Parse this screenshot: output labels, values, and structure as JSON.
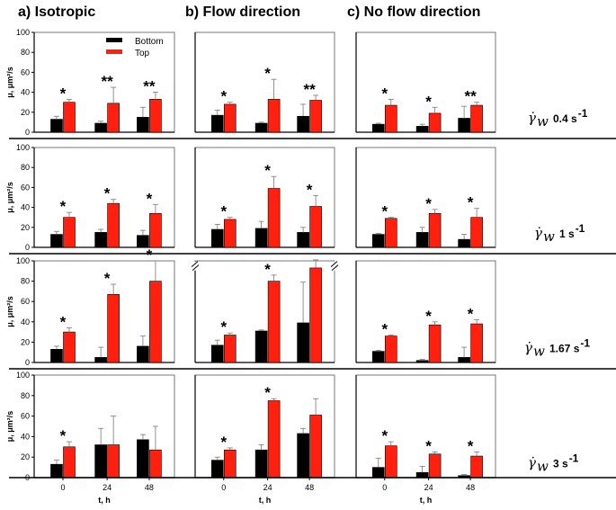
{
  "columns": [
    "a) Isotropic",
    "b) Flow direction",
    "c) No flow direction"
  ],
  "legend": {
    "bottom": "Bottom",
    "top": "Top"
  },
  "colors": {
    "bottom": "#000000",
    "top": "#ff2010"
  },
  "rate_symbol": "γ̇",
  "rate_subscript": "w",
  "rows": [
    {
      "rate_label": "0.4 s",
      "rate_exp": "-1"
    },
    {
      "rate_label": "1 s",
      "rate_exp": "-1"
    },
    {
      "rate_label": "1.67 s",
      "rate_exp": "-1"
    },
    {
      "rate_label": "3 s",
      "rate_exp": "-1"
    }
  ],
  "ylabel": "μ, μm²/s",
  "xlabel": "t, h",
  "chart_data": [
    {
      "type": "bar",
      "row": 0,
      "col": 0,
      "categories": [
        "0",
        "24",
        "48"
      ],
      "ylim": [
        0,
        100
      ],
      "yticks": [
        0,
        20,
        40,
        60,
        80,
        100
      ],
      "series": [
        {
          "name": "Bottom",
          "values": [
            13,
            9,
            15
          ],
          "errors": [
            3,
            2,
            10
          ]
        },
        {
          "name": "Top",
          "values": [
            30,
            29,
            33
          ],
          "errors": [
            3,
            16,
            7
          ]
        }
      ],
      "annotations": [
        "*",
        "**",
        "**"
      ],
      "legend": true
    },
    {
      "type": "bar",
      "row": 0,
      "col": 1,
      "categories": [
        "0",
        "24",
        "48"
      ],
      "ylim": [
        0,
        100
      ],
      "series": [
        {
          "name": "Bottom",
          "values": [
            17,
            9,
            16
          ],
          "errors": [
            5,
            1,
            12
          ]
        },
        {
          "name": "Top",
          "values": [
            28,
            33,
            32
          ],
          "errors": [
            2,
            20,
            5
          ]
        }
      ],
      "annotations": [
        "*",
        "*",
        "**"
      ]
    },
    {
      "type": "bar",
      "row": 0,
      "col": 2,
      "categories": [
        "0",
        "24",
        "48"
      ],
      "ylim": [
        0,
        100
      ],
      "series": [
        {
          "name": "Bottom",
          "values": [
            8,
            6,
            14
          ],
          "errors": [
            1,
            2,
            12
          ]
        },
        {
          "name": "Top",
          "values": [
            27,
            19,
            27
          ],
          "errors": [
            6,
            6,
            3
          ]
        }
      ],
      "annotations": [
        "*",
        "*",
        "**"
      ]
    },
    {
      "type": "bar",
      "row": 1,
      "col": 0,
      "categories": [
        "0",
        "24",
        "48"
      ],
      "ylim": [
        0,
        100
      ],
      "yticks": [
        0,
        20,
        40,
        60,
        80,
        100
      ],
      "series": [
        {
          "name": "Bottom",
          "values": [
            13,
            15,
            12
          ],
          "errors": [
            3,
            3,
            5
          ]
        },
        {
          "name": "Top",
          "values": [
            30,
            44,
            34
          ],
          "errors": [
            5,
            4,
            9
          ]
        }
      ],
      "annotations": [
        "*",
        "*",
        "*"
      ]
    },
    {
      "type": "bar",
      "row": 1,
      "col": 1,
      "categories": [
        "0",
        "24",
        "48"
      ],
      "ylim": [
        0,
        100
      ],
      "series": [
        {
          "name": "Bottom",
          "values": [
            18,
            19,
            15
          ],
          "errors": [
            5,
            7,
            5
          ]
        },
        {
          "name": "Top",
          "values": [
            28,
            59,
            41
          ],
          "errors": [
            2,
            12,
            11
          ]
        }
      ],
      "annotations": [
        "*",
        "*",
        "*"
      ]
    },
    {
      "type": "bar",
      "row": 1,
      "col": 2,
      "categories": [
        "0",
        "24",
        "48"
      ],
      "ylim": [
        0,
        100
      ],
      "series": [
        {
          "name": "Bottom",
          "values": [
            13,
            15,
            8
          ],
          "errors": [
            1,
            5,
            5
          ]
        },
        {
          "name": "Top",
          "values": [
            29,
            34,
            30
          ],
          "errors": [
            1,
            4,
            9
          ]
        }
      ],
      "annotations": [
        "*",
        "*",
        "*"
      ]
    },
    {
      "type": "bar",
      "row": 2,
      "col": 0,
      "categories": [
        "0",
        "24",
        "48"
      ],
      "ylim": [
        0,
        100
      ],
      "yticks": [
        0,
        20,
        40,
        60,
        80,
        100
      ],
      "series": [
        {
          "name": "Bottom",
          "values": [
            13,
            5,
            16
          ],
          "errors": [
            3,
            10,
            10
          ]
        },
        {
          "name": "Top",
          "values": [
            30,
            67,
            80
          ],
          "errors": [
            4,
            10,
            20
          ]
        }
      ],
      "annotations": [
        "*",
        "*",
        "*"
      ]
    },
    {
      "type": "bar",
      "row": 2,
      "col": 1,
      "categories": [
        "0",
        "24",
        "48"
      ],
      "ylim": [
        0,
        100
      ],
      "axis_break": true,
      "series": [
        {
          "name": "Bottom",
          "values": [
            17,
            31,
            39
          ],
          "errors": [
            5,
            1,
            40
          ]
        },
        {
          "name": "Top",
          "values": [
            27,
            80,
            93
          ],
          "errors": [
            2,
            6,
            8
          ]
        }
      ],
      "annotations": [
        "*",
        "*",
        ""
      ]
    },
    {
      "type": "bar",
      "row": 2,
      "col": 2,
      "categories": [
        "0",
        "24",
        "48"
      ],
      "ylim": [
        0,
        100
      ],
      "series": [
        {
          "name": "Bottom",
          "values": [
            11,
            2,
            5
          ],
          "errors": [
            1,
            1,
            10
          ]
        },
        {
          "name": "Top",
          "values": [
            26,
            37,
            38
          ],
          "errors": [
            1,
            3,
            4
          ]
        }
      ],
      "annotations": [
        "*",
        "*",
        "*"
      ]
    },
    {
      "type": "bar",
      "row": 3,
      "col": 0,
      "categories": [
        "0",
        "24",
        "48"
      ],
      "ylim": [
        0,
        100
      ],
      "yticks": [
        0,
        20,
        40,
        60,
        80,
        100
      ],
      "xticks": true,
      "series": [
        {
          "name": "Bottom",
          "values": [
            13,
            32,
            37
          ],
          "errors": [
            4,
            16,
            5
          ]
        },
        {
          "name": "Top",
          "values": [
            30,
            32,
            27
          ],
          "errors": [
            5,
            28,
            23
          ]
        }
      ],
      "annotations": [
        "*",
        "",
        ""
      ]
    },
    {
      "type": "bar",
      "row": 3,
      "col": 1,
      "categories": [
        "0",
        "24",
        "48"
      ],
      "ylim": [
        0,
        100
      ],
      "xticks": true,
      "series": [
        {
          "name": "Bottom",
          "values": [
            17,
            27,
            43
          ],
          "errors": [
            3,
            5,
            5
          ]
        },
        {
          "name": "Top",
          "values": [
            27,
            75,
            61
          ],
          "errors": [
            2,
            2,
            16
          ]
        }
      ],
      "annotations": [
        "*",
        "*",
        ""
      ]
    },
    {
      "type": "bar",
      "row": 3,
      "col": 2,
      "categories": [
        "0",
        "24",
        "48"
      ],
      "ylim": [
        0,
        100
      ],
      "xticks": true,
      "series": [
        {
          "name": "Bottom",
          "values": [
            10,
            5,
            2
          ],
          "errors": [
            9,
            6,
            1
          ]
        },
        {
          "name": "Top",
          "values": [
            31,
            23,
            21
          ],
          "errors": [
            4,
            2,
            4
          ]
        }
      ],
      "annotations": [
        "*",
        "*",
        "*"
      ]
    }
  ]
}
